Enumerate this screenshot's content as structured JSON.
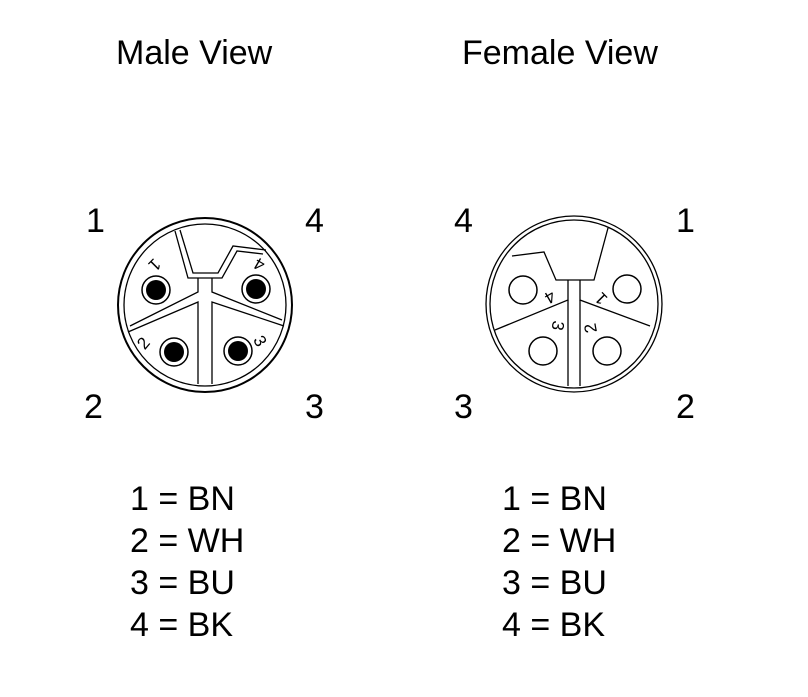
{
  "male": {
    "title": "Male View",
    "pins": {
      "top_left": "1",
      "top_right": "4",
      "bottom_left": "2",
      "bottom_right": "3"
    },
    "contact_labels": {
      "top_left": "1",
      "top_right": "4",
      "bottom_left": "2",
      "bottom_right": "3"
    },
    "legend": [
      "1 = BN",
      "2 = WH",
      "3 = BU",
      "4 = BK"
    ]
  },
  "female": {
    "title": "Female View",
    "pins": {
      "top_left": "4",
      "top_right": "1",
      "bottom_left": "3",
      "bottom_right": "2"
    },
    "contact_labels": {
      "top_left": "4",
      "top_right": "1",
      "bottom_left": "3",
      "bottom_right": "2"
    },
    "legend": [
      "1 = BN",
      "2 = WH",
      "3 = BU",
      "4 = BK"
    ]
  }
}
